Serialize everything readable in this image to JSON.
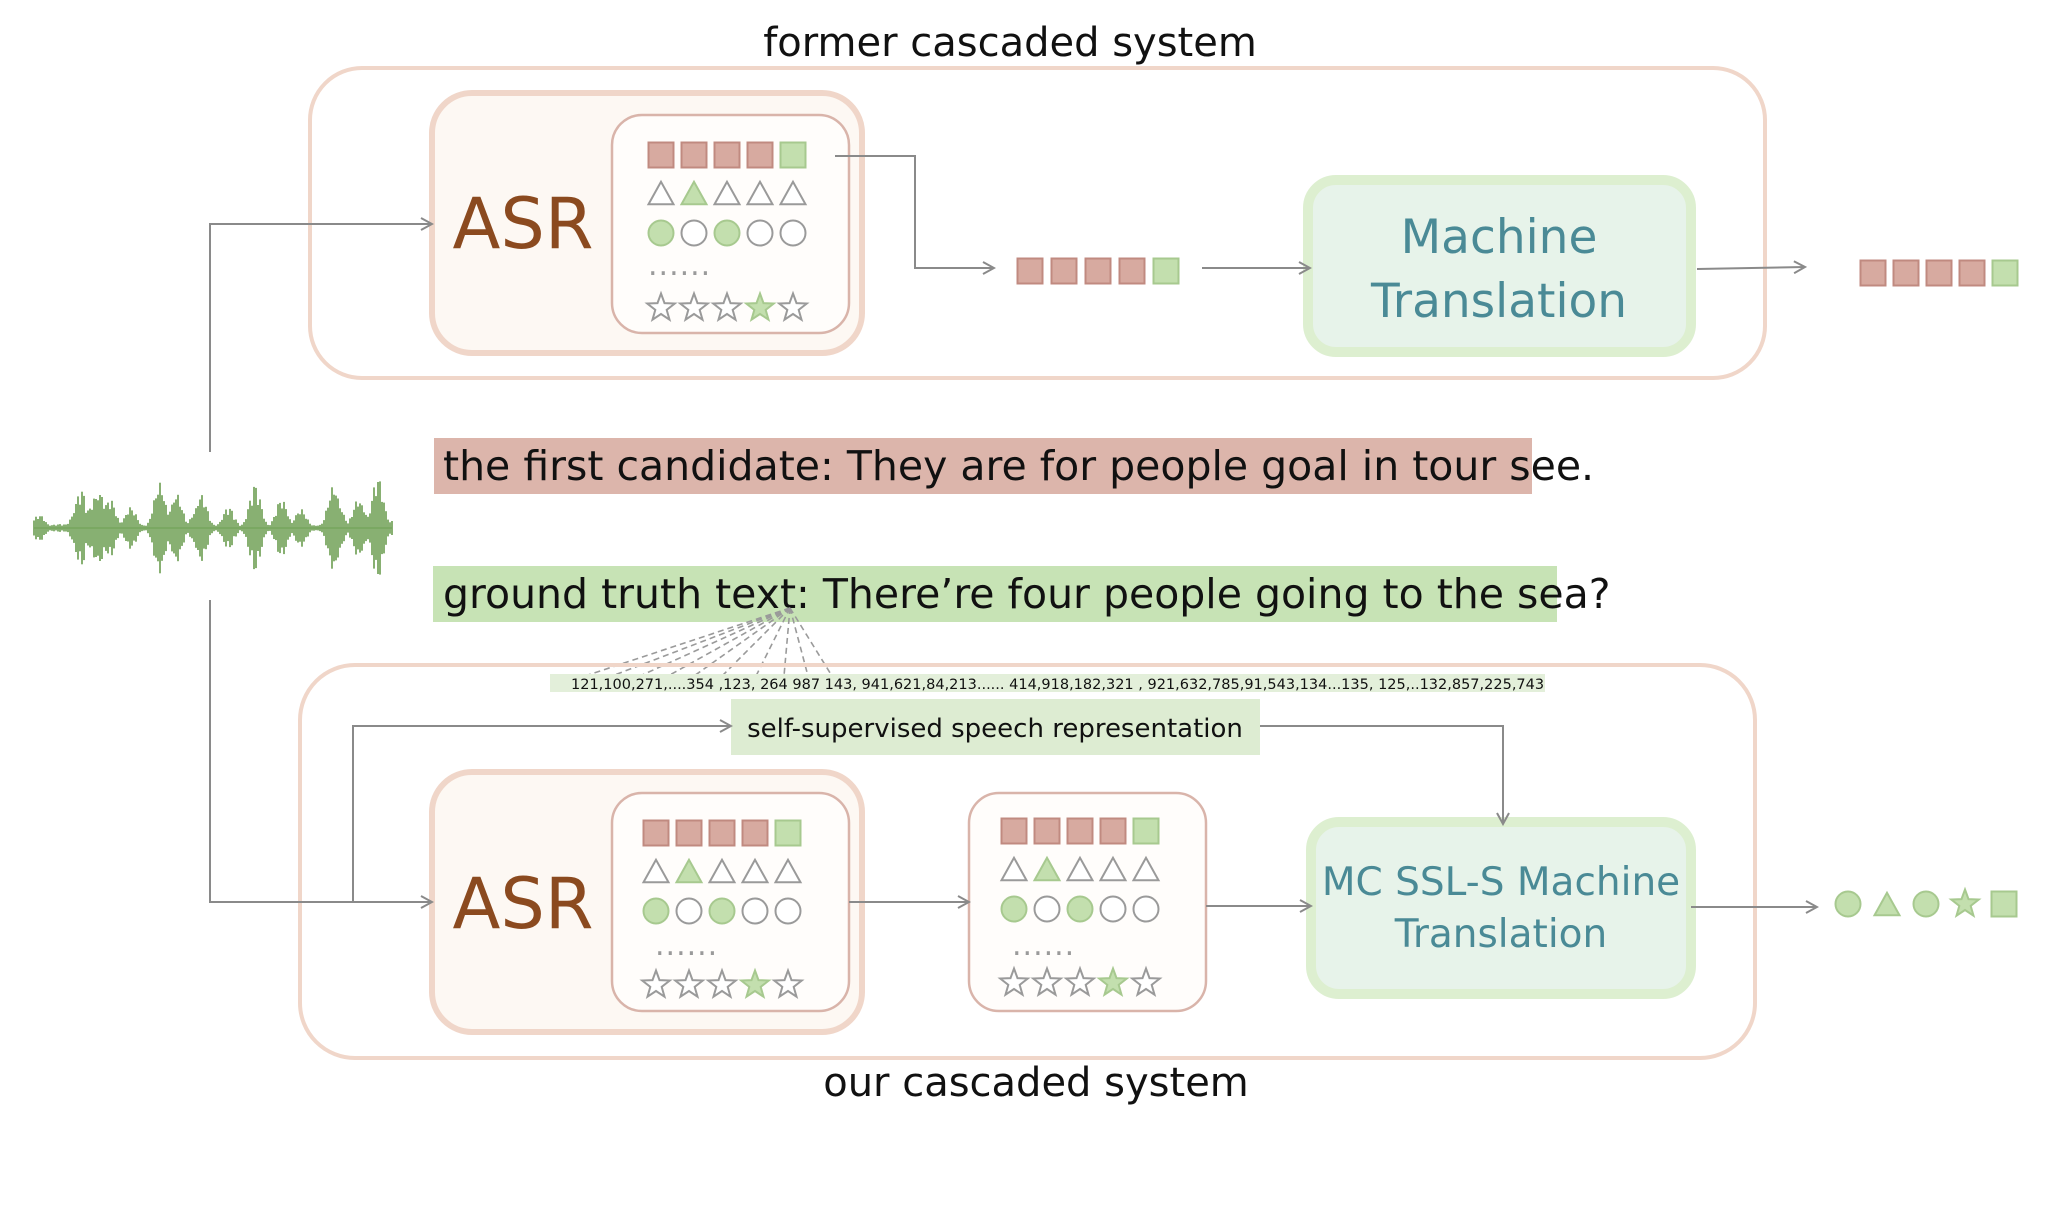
{
  "titles": {
    "former": "former cascaded system",
    "ours": "our cascaded system"
  },
  "asr": {
    "label": "ASR"
  },
  "mt_former": {
    "line1": "Machine",
    "line2": "Translation"
  },
  "mt_ours": {
    "line1": "MC SSL-S Machine",
    "line2": "Translation"
  },
  "candidate": {
    "text": "the first candidate:  They are for people goal in tour see."
  },
  "ground_truth": {
    "text": "ground truth text: There’re four people going to the sea?"
  },
  "tokens": {
    "text": "121,100,271,....354 ,123, 264 987 143, 941,621,84,213...... 414,918,182,321 , 921,632,785,91,543,134...135, 125,..132,857,225,743"
  },
  "ssl": {
    "label": "self-supervised speech representation"
  },
  "nbest": {
    "ellipsis": "......",
    "rows": [
      {
        "shape": "square",
        "pick": 4
      },
      {
        "shape": "triangle",
        "pick": 1
      },
      {
        "shape": "circle",
        "pick": [
          0,
          2
        ]
      },
      {
        "shape": "star",
        "pick": 3
      }
    ]
  },
  "outputs": {
    "former_sequence": [
      "square",
      "square",
      "square",
      "square",
      "square"
    ],
    "former_highlight": 4,
    "ours_sequence": [
      "circle",
      "triangle",
      "circle",
      "star",
      "square"
    ]
  },
  "colors": {
    "brown_fill": "#d7aaa0",
    "brown_stroke": "#c08a80",
    "green_fill": "#c3dfae",
    "green_stroke": "#a7c98f",
    "outline_gray": "#9a9a9a",
    "frame": "#f0d6c9",
    "asr_panel": "#fdf8f3",
    "mt_fill": "#e7f3ea",
    "mt_border": "#ddefd0",
    "candidate_bg": "#dcb5ab",
    "truth_bg": "#c7e3b5",
    "ssl_bg": "#ddecd2",
    "arrow": "#8a8a8a",
    "waveform": "#7aa862"
  }
}
